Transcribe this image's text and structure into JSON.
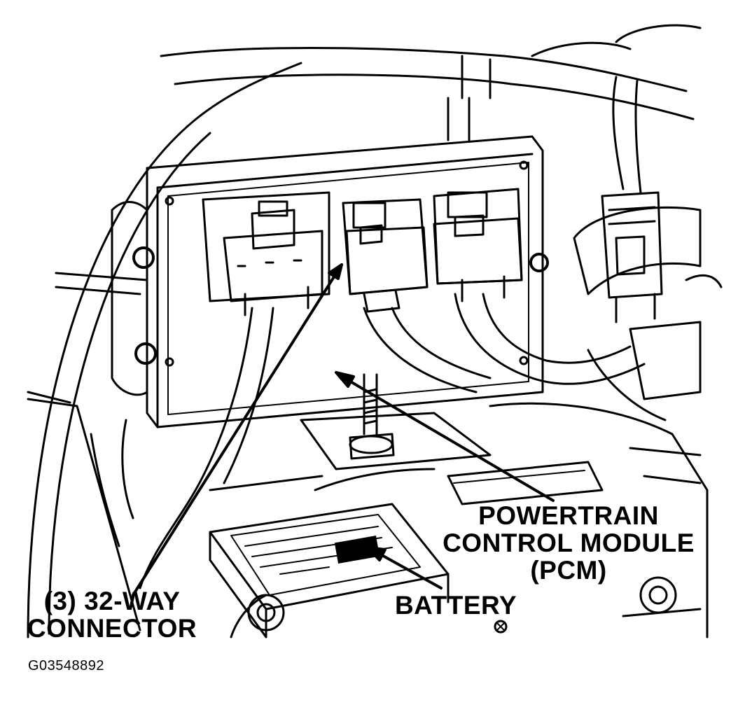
{
  "callouts": {
    "pcm": {
      "line1": "POWERTRAIN",
      "line2": "CONTROL MODULE",
      "line3": "(PCM)"
    },
    "battery": {
      "line1": "BATTERY"
    },
    "connector": {
      "line1": "(3) 32-WAY",
      "line2": "CONNECTOR"
    }
  },
  "figure_id": "G03548892"
}
